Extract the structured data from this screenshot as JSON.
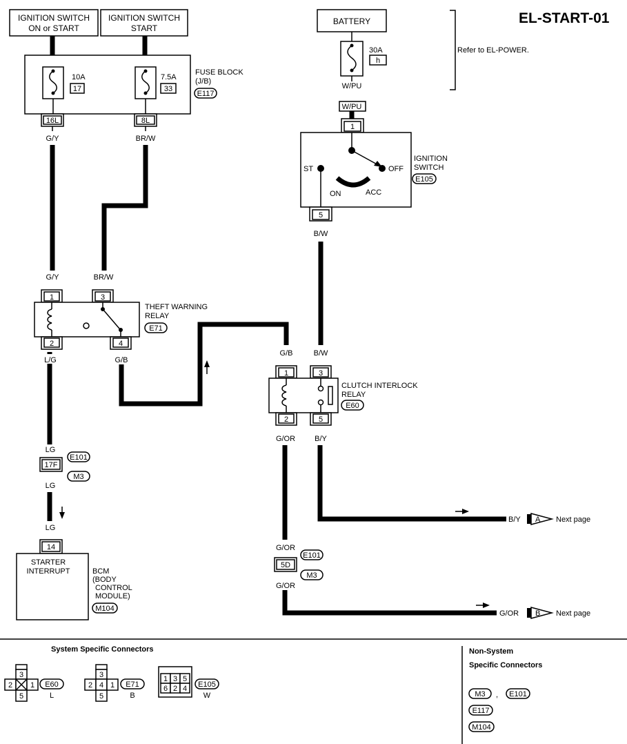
{
  "page_id": "EL-START-01",
  "sources": {
    "ign_on_start": [
      "IGNITION SWITCH",
      "ON or START"
    ],
    "ign_start": [
      "IGNITION SWITCH",
      "START"
    ],
    "battery": "BATTERY"
  },
  "battery_fuse": {
    "rating": "30A",
    "id": "h"
  },
  "power_ref": "Refer to EL-POWER.",
  "fuse_block": {
    "label": [
      "FUSE BLOCK",
      "(J/B)"
    ],
    "connector": "E117",
    "fuse1": {
      "rating": "10A",
      "num": "17",
      "terminal": "16L"
    },
    "fuse2": {
      "rating": "7.5A",
      "num": "33",
      "terminal": "8L"
    }
  },
  "ignition_switch": {
    "label": [
      "IGNITION",
      "SWITCH"
    ],
    "connector": "E105",
    "terminal_in": "1",
    "terminal_out": "5",
    "positions": {
      "st": "ST",
      "on": "ON",
      "acc": "ACC",
      "off": "OFF"
    }
  },
  "theft_relay": {
    "label": [
      "THEFT WARNING",
      "RELAY"
    ],
    "connector": "E71",
    "pins": {
      "p1": "1",
      "p2": "2",
      "p3": "3",
      "p4": "4"
    }
  },
  "clutch_relay": {
    "label": [
      "CLUTCH INTERLOCK",
      "RELAY"
    ],
    "connector": "E60",
    "pins": {
      "p1": "1",
      "p2": "2",
      "p3": "3",
      "p5": "5"
    }
  },
  "bcm": {
    "inside": [
      "STARTER",
      "INTERRUPT"
    ],
    "label": [
      "BCM",
      "(BODY",
      "CONTROL",
      "MODULE)"
    ],
    "connector": "M104",
    "terminal": "14"
  },
  "wires": {
    "gy": "G/Y",
    "brw": "BR/W",
    "wpu": "W/PU",
    "bw": "B/W",
    "lg_slash": "L/G",
    "gb": "G/B",
    "lg": "LG",
    "gor": "G/OR",
    "by": "B/Y"
  },
  "joints": {
    "j1": {
      "terminal": "17F",
      "top": "E101",
      "bottom": "M3"
    },
    "j2": {
      "terminal": "5D",
      "top": "E101",
      "bottom": "M3"
    }
  },
  "outputs": {
    "a": {
      "wire": "B/Y",
      "letter": "A",
      "text": "Next page"
    },
    "b": {
      "wire": "G/OR",
      "letter": "B",
      "text": "Next page"
    }
  },
  "legend": {
    "system_title": "System Specific Connectors",
    "nonsystem_title": [
      "Non-System",
      "Specific Connectors"
    ],
    "e60": {
      "name": "E60",
      "color": "L",
      "pins": [
        "3",
        "2",
        "1",
        "5"
      ]
    },
    "e71": {
      "name": "E71",
      "color": "B",
      "pins": [
        "3",
        "2",
        "4",
        "1",
        "5"
      ]
    },
    "e105": {
      "name": "E105",
      "color": "W",
      "pins": [
        "1",
        "3",
        "5",
        "6",
        "2",
        "4"
      ]
    },
    "nonsystem": [
      "M3",
      "E101",
      "E117",
      "M104"
    ],
    "separator": ","
  }
}
